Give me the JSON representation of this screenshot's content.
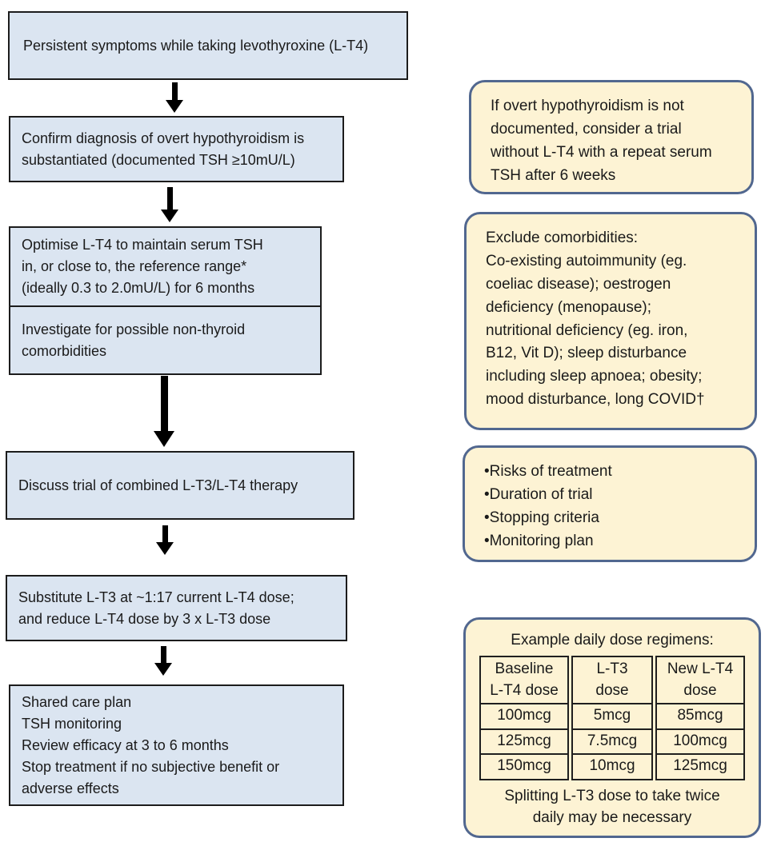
{
  "colors": {
    "flow_box_fill": "#dbe5f1",
    "flow_box_border": "#1c1c1c",
    "note_fill": "#fdf3d4",
    "note_border": "#51678f",
    "arrow": "#000000",
    "text": "#1a1a1a"
  },
  "flowchart": {
    "steps": [
      {
        "id": "persistent-symptoms",
        "text": "Persistent symptoms while taking levothyroxine (L-T4)"
      },
      {
        "id": "confirm-diagnosis",
        "text": "Confirm diagnosis of overt hypothyroidism is\nsubstantiated (documented TSH ≥10mU/L)"
      },
      {
        "id": "optimise-lt4",
        "text": "Optimise L-T4 to maintain serum TSH\nin, or close to, the reference range*\n(ideally 0.3 to 2.0mU/L) for 6 months"
      },
      {
        "id": "investigate-comorbidities",
        "text": "Investigate for possible non-thyroid\ncomorbidities"
      },
      {
        "id": "discuss-trial",
        "text": "Discuss trial of combined L-T3/L-T4 therapy"
      },
      {
        "id": "substitute-lt3",
        "text": "Substitute L-T3 at ~1:17 current L-T4 dose;\nand reduce L-T4 dose by 3 x L-T3 dose"
      },
      {
        "id": "shared-care-plan",
        "text": "Shared care plan\nTSH monitoring\nReview efficacy at 3 to 6 months\nStop treatment if no subjective benefit or\nadverse effects"
      }
    ]
  },
  "notes": {
    "no_overt_documented": {
      "text": "If overt hypothyroidism is not\ndocumented, consider a trial\nwithout L-T4 with a repeat serum\nTSH after 6 weeks"
    },
    "exclude_comorbidities": {
      "text": "Exclude comorbidities:\nCo-existing autoimmunity (eg.\ncoeliac disease); oestrogen\ndeficiency (menopause);\nnutritional deficiency (eg. iron,\nB12, Vit D); sleep disturbance\nincluding sleep apnoea; obesity;\nmood disturbance, long COVID†"
    },
    "trial_discussion_points": {
      "text": "•Risks of treatment\n•Duration of trial\n•Stopping criteria\n•Monitoring plan"
    },
    "regimens": {
      "title": "Example daily dose regimens:",
      "columns": [
        {
          "header": "Baseline\nL-T4 dose",
          "cells": [
            "100mcg",
            "125mcg",
            "150mcg"
          ]
        },
        {
          "header": "L-T3\ndose",
          "cells": [
            "5mcg",
            "7.5mcg",
            "10mcg"
          ]
        },
        {
          "header": "New L-T4\ndose",
          "cells": [
            "85mcg",
            "100mcg",
            "125mcg"
          ]
        }
      ],
      "footer": "Splitting L-T3 dose to take twice\ndaily may be necessary"
    }
  }
}
